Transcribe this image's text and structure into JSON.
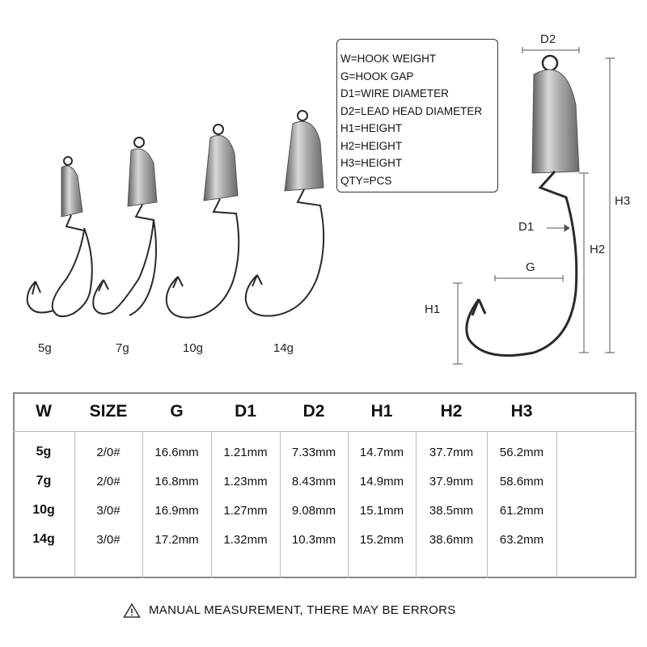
{
  "hooks": [
    {
      "weight": "5g"
    },
    {
      "weight": "7g"
    },
    {
      "weight": "10g"
    },
    {
      "weight": "14g"
    }
  ],
  "legend": [
    "W=HOOK WEIGHT",
    "G=HOOK GAP",
    "D1=WIRE DIAMETER",
    "D2=LEAD HEAD DIAMETER",
    "H1=HEIGHT",
    "H2=HEIGHT",
    "H3=HEIGHT",
    "QTY=PCS"
  ],
  "dimensions": {
    "d2": "D2",
    "d1": "D1",
    "g": "G",
    "h1": "H1",
    "h2": "H2",
    "h3": "H3"
  },
  "table": {
    "headers": [
      "W",
      "SIZE",
      "G",
      "D1",
      "D2",
      "H1",
      "H2",
      "H3",
      ""
    ],
    "rows": [
      [
        "5g",
        "2/0#",
        "16.6mm",
        "1.21mm",
        "7.33mm",
        "14.7mm",
        "37.7mm",
        "56.2mm",
        ""
      ],
      [
        "7g",
        "2/0#",
        "16.8mm",
        "1.23mm",
        "8.43mm",
        "14.9mm",
        "37.9mm",
        "58.6mm",
        ""
      ],
      [
        "10g",
        "3/0#",
        "16.9mm",
        "1.27mm",
        "9.08mm",
        "15.1mm",
        "38.5mm",
        "61.2mm",
        ""
      ],
      [
        "14g",
        "3/0#",
        "17.2mm",
        "1.32mm",
        "10.3mm",
        "15.2mm",
        "38.6mm",
        "63.2mm",
        ""
      ]
    ]
  },
  "note": "MANUAL MEASUREMENT, THERE MAY BE ERRORS",
  "colors": {
    "lead": "#9a9a9a",
    "hook": "#2a2a2a",
    "border": "#888888"
  }
}
